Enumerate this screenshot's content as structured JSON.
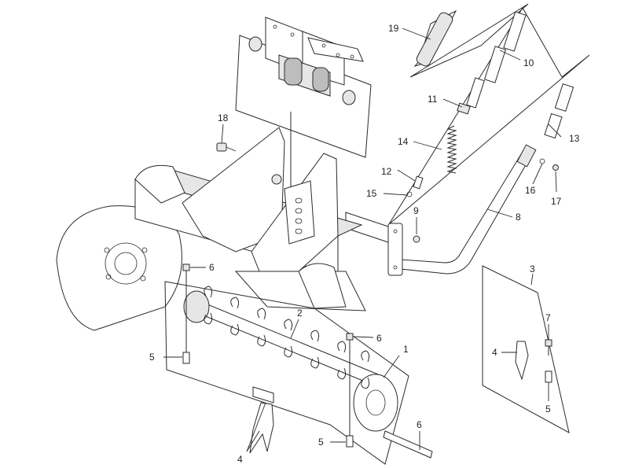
{
  "callouts": [
    {
      "id": "c1",
      "label": "1"
    },
    {
      "id": "c2",
      "label": "2"
    },
    {
      "id": "c3",
      "label": "3"
    },
    {
      "id": "c4a",
      "label": "4"
    },
    {
      "id": "c4b",
      "label": "4"
    },
    {
      "id": "c5a",
      "label": "5"
    },
    {
      "id": "c5b",
      "label": "5"
    },
    {
      "id": "c5c",
      "label": "5"
    },
    {
      "id": "c6a",
      "label": "6"
    },
    {
      "id": "c6b",
      "label": "6"
    },
    {
      "id": "c6c",
      "label": "6"
    },
    {
      "id": "c7",
      "label": "7"
    },
    {
      "id": "c8",
      "label": "8"
    },
    {
      "id": "c9",
      "label": "9"
    },
    {
      "id": "c10",
      "label": "10"
    },
    {
      "id": "c11",
      "label": "11"
    },
    {
      "id": "c12",
      "label": "12"
    },
    {
      "id": "c13",
      "label": "13"
    },
    {
      "id": "c14",
      "label": "14"
    },
    {
      "id": "c15",
      "label": "15"
    },
    {
      "id": "c16",
      "label": "16"
    },
    {
      "id": "c17",
      "label": "17"
    },
    {
      "id": "c18",
      "label": "18"
    },
    {
      "id": "c19",
      "label": "19"
    }
  ]
}
